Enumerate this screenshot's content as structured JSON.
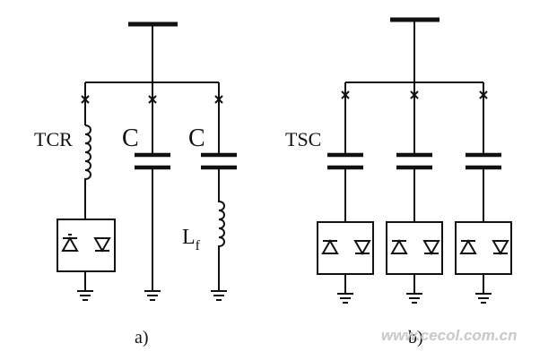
{
  "labels": {
    "tcr": "TCR",
    "tsc": "TSC",
    "cap_a1": "C",
    "cap_a2": "C",
    "inductor_main": "L",
    "inductor_sub": "f",
    "panel_a": "a)",
    "panel_b": "b)",
    "watermark": "www.cecol.com.cn"
  },
  "colors": {
    "line": "#111111",
    "watermark": "#c8c8c8"
  },
  "components": {
    "panel_a": [
      "switch",
      "tcr-inductor",
      "thyristor-pair",
      "capacitor",
      "capacitor",
      "filter-inductor",
      "ground"
    ],
    "panel_b": [
      "switch",
      "capacitor",
      "thyristor-pair",
      "ground"
    ]
  }
}
